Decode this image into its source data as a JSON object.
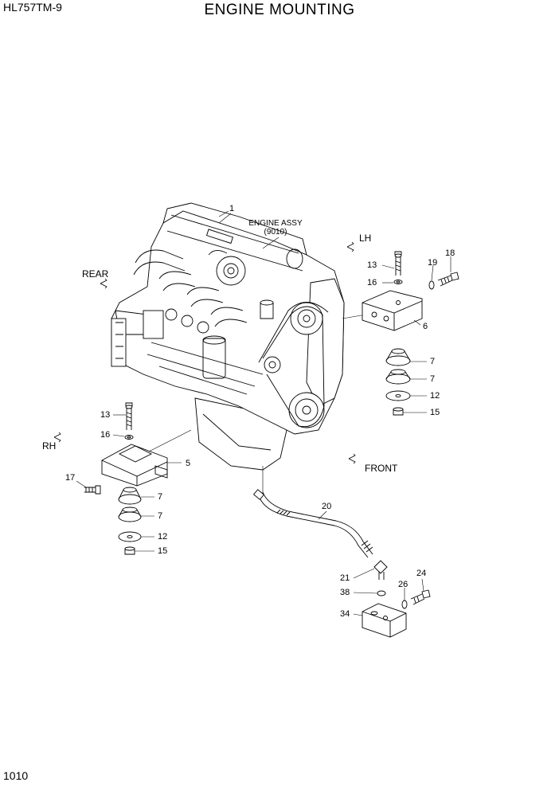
{
  "header": {
    "model": "HL757TM-9",
    "title": "ENGINE MOUNTING"
  },
  "footer": {
    "page_number": "1010"
  },
  "engine": {
    "name": "ENGINE ASSY",
    "code": "(9010)"
  },
  "directions": {
    "rear": "REAR",
    "lh": "LH",
    "rh": "RH",
    "front": "FRONT"
  },
  "callouts": {
    "engine": "1",
    "bracket_left": "5",
    "bracket_right": "6",
    "mount_a": "7",
    "bolt": "13",
    "washer": "16",
    "stopper_washer": "12",
    "nut": "15",
    "bolt_side_left": "17",
    "bolt_side_right": "18",
    "washer_side_right": "19",
    "hose": "20",
    "fitting": "21",
    "bolt_block": "24",
    "washer_block": "26",
    "block": "34",
    "o_ring": "38"
  }
}
